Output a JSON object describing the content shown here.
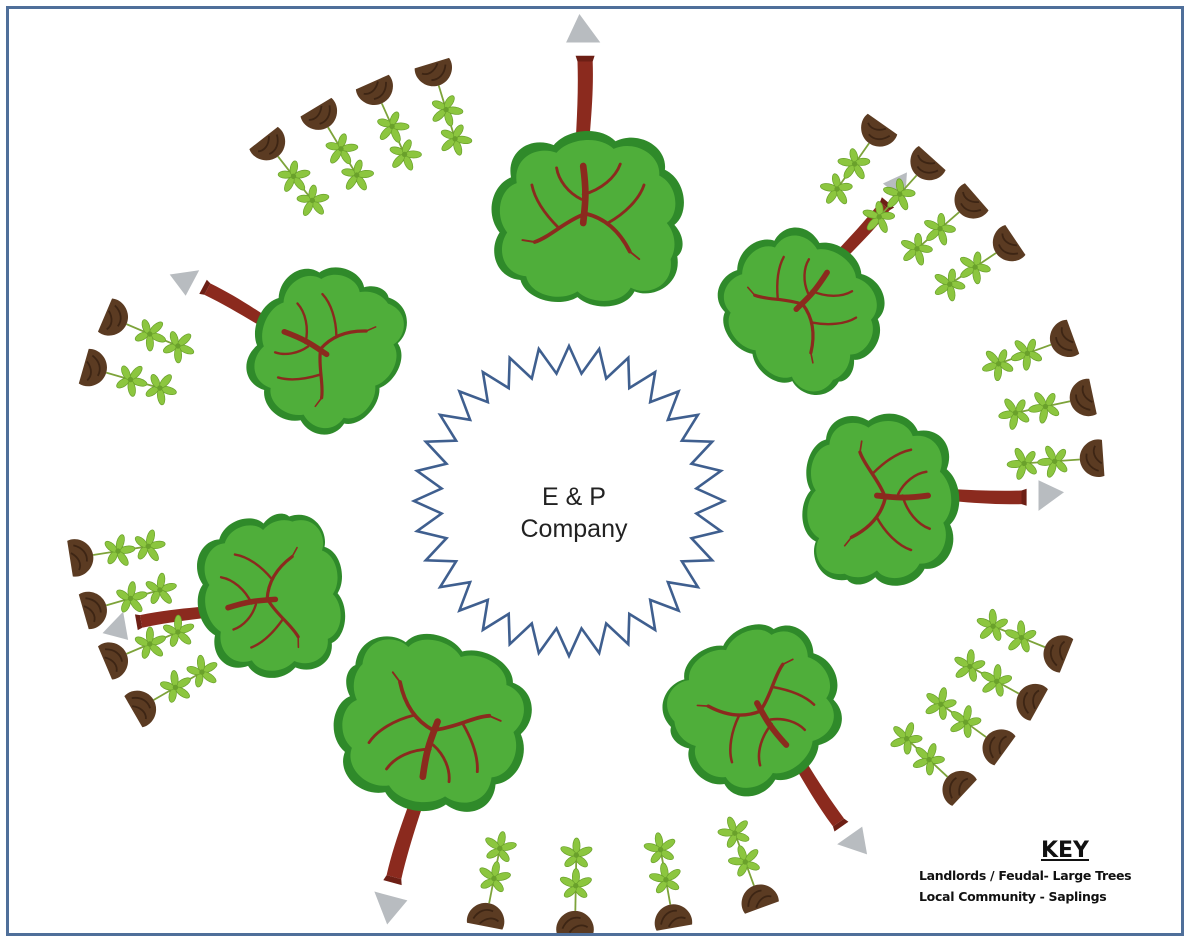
{
  "center": {
    "line1": "E & P",
    "line2": "Company"
  },
  "key": {
    "title": "KEY",
    "line1": "Landlords / Feudal- Large Trees",
    "line2": "Local Community - Saplings"
  },
  "colors": {
    "frame": "#4f6f9a",
    "star": "#3f5f8f",
    "tree_foliage": "#4fae3a",
    "tree_foliage_dark": "#2f8a2a",
    "trunk": "#8b2a1e",
    "sapling": "#8cc63f",
    "soil": "#5b3b22",
    "spade": "#b8bcc0"
  },
  "icons": {
    "large_tree": "large-tree-icon",
    "sapling": "sapling-icon",
    "soil_mound": "soil-mound-icon",
    "star_burst": "star-burst-icon"
  }
}
